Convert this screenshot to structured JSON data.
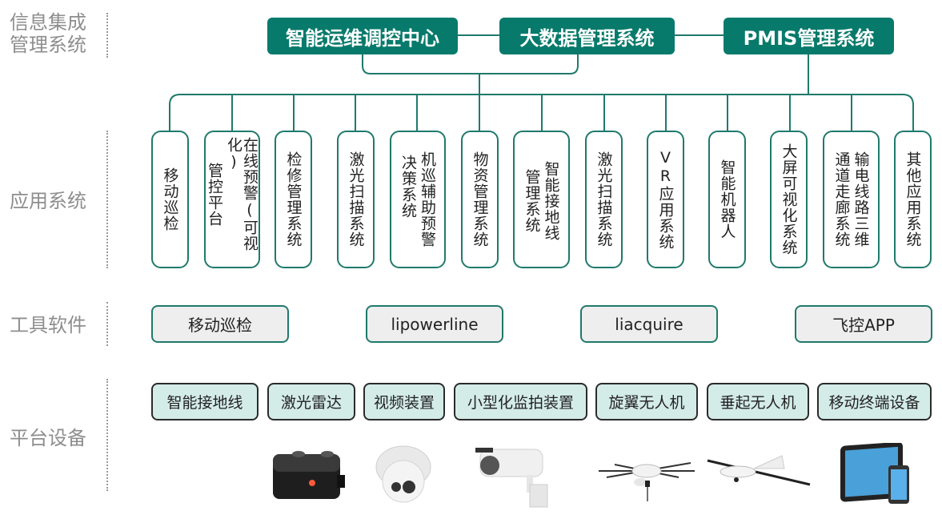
{
  "layers": {
    "info": "信息集成\n管理系统",
    "info_line1": "信息集成",
    "info_line2": "管理系统",
    "apps": "应用系统",
    "tools": "工具软件",
    "platform": "平台设备"
  },
  "top_systems": [
    {
      "label": "智能运维调控中心"
    },
    {
      "label": "大数据管理系统"
    },
    {
      "label": "PMIS管理系统"
    }
  ],
  "app_systems": [
    {
      "columns": [
        "移动巡检"
      ]
    },
    {
      "columns": [
        "在线预警(可视化)",
        "管控平台"
      ]
    },
    {
      "columns": [
        "检修管理系统"
      ]
    },
    {
      "columns": [
        "激光扫描系统"
      ]
    },
    {
      "columns": [
        "机巡辅助预警",
        "决策系统"
      ]
    },
    {
      "columns": [
        "物资管理系统"
      ]
    },
    {
      "columns": [
        "智能接地线",
        "管理系统"
      ]
    },
    {
      "columns": [
        "激光扫描系统"
      ]
    },
    {
      "columns": [
        "VR应用系统"
      ]
    },
    {
      "columns": [
        "智能机器人"
      ]
    },
    {
      "columns": [
        "大屏可视化系统"
      ]
    },
    {
      "columns": [
        "输电线路三维",
        "通道走廊系统"
      ]
    },
    {
      "columns": [
        "其他应用系统"
      ]
    }
  ],
  "tools": [
    {
      "label": "移动巡检"
    },
    {
      "label": "lipowerline"
    },
    {
      "label": "liacquire"
    },
    {
      "label": "飞控APP"
    }
  ],
  "devices": [
    {
      "label": "智能接地线"
    },
    {
      "label": "激光雷达"
    },
    {
      "label": "视频装置"
    },
    {
      "label": "小型化监拍装置"
    },
    {
      "label": "旋翼无人机"
    },
    {
      "label": "垂起无人机"
    },
    {
      "label": "移动终端设备"
    }
  ],
  "device_images": [
    {
      "name": "lidar-device-image"
    },
    {
      "name": "dome-camera-image"
    },
    {
      "name": "bullet-camera-image"
    },
    {
      "name": "rotor-drone-image"
    },
    {
      "name": "vtol-drone-image"
    },
    {
      "name": "tablet-phone-image"
    }
  ],
  "colors": {
    "primary": "#077a6b",
    "line": "#1f7a6c",
    "tool_bg": "#eeeeee",
    "device_bg": "#d4ece8",
    "label_gray": "#8e8e8e"
  }
}
